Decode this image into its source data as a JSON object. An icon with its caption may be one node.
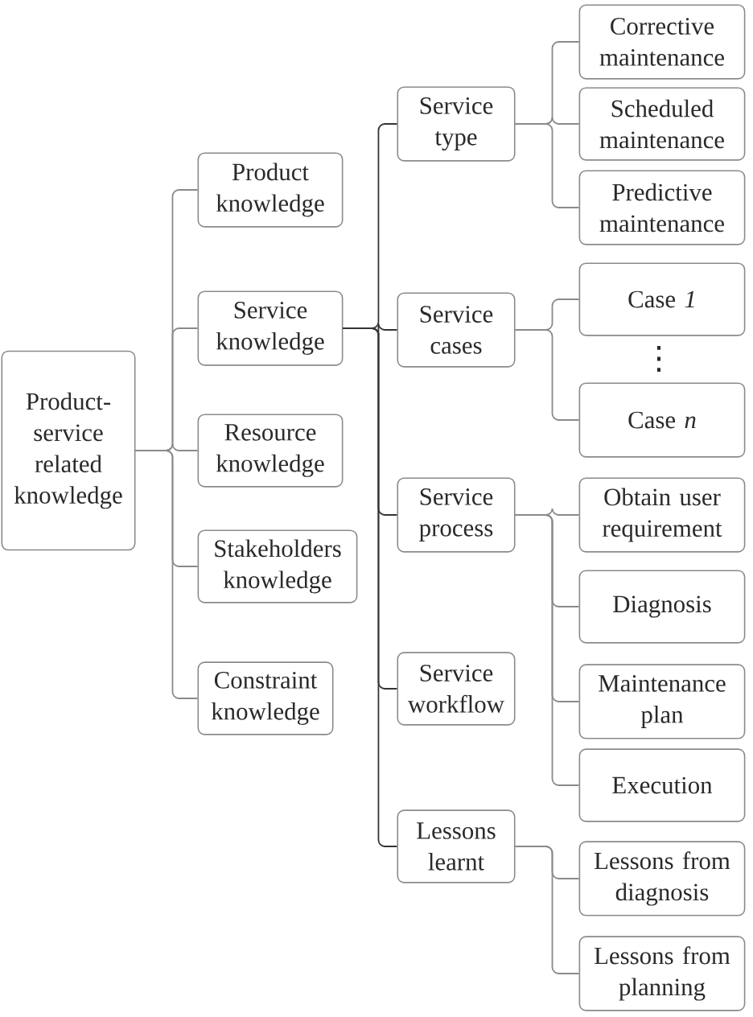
{
  "diagram": {
    "nodes": [
      {
        "text": [
          "Product-service related knowledge"
        ]
      },
      {
        "text": [
          "Product knowledge"
        ]
      },
      {
        "text": [
          "Service knowledge"
        ]
      },
      {
        "text": [
          "Resource knowledge"
        ]
      },
      {
        "text": [
          "Stakeholders knowledge"
        ]
      },
      {
        "text": [
          "Constraint knowledge"
        ]
      },
      {
        "text": [
          "Service type"
        ]
      },
      {
        "text": [
          "Corrective maintenance"
        ]
      },
      {
        "text": [
          "Scheduled maintenance"
        ]
      },
      {
        "text": [
          "Predictive maintenance"
        ]
      },
      {
        "text": [
          "Service cases"
        ]
      },
      {
        "text": [
          "Case *1*"
        ]
      },
      {
        "text": [
          "Case *n*"
        ]
      },
      {
        "text": [
          "Service process"
        ]
      },
      {
        "text": [
          "Obtain user requirement"
        ]
      },
      {
        "text": [
          "Diagnosis"
        ]
      },
      {
        "text": [
          "Maintenance plan"
        ]
      },
      {
        "text": [
          "Execution"
        ]
      },
      {
        "text": [
          "Service workflow"
        ]
      },
      {
        "text": [
          "Lessons learnt"
        ]
      },
      {
        "text": [
          "Lessons from diagnosis"
        ]
      },
      {
        "text": [
          "Lessons from planning"
        ]
      }
    ],
    "edges": [
      {
        "from": 0,
        "to": 1,
        "arrow": "none"
      },
      {
        "from": 0,
        "to": 2,
        "arrow": "none"
      },
      {
        "from": 0,
        "to": 3,
        "arrow": "none"
      },
      {
        "from": 0,
        "to": 4,
        "arrow": "none"
      },
      {
        "from": 0,
        "to": 5,
        "arrow": "none"
      },
      {
        "from": 2,
        "to": 6,
        "arrow": "none",
        "color": "#333333"
      },
      {
        "from": 2,
        "to": 10,
        "arrow": "none",
        "color": "#333333"
      },
      {
        "from": 2,
        "to": 13,
        "arrow": "none",
        "color": "#333333"
      },
      {
        "from": 2,
        "to": 18,
        "arrow": "none",
        "color": "#333333"
      },
      {
        "from": 2,
        "to": 19,
        "arrow": "none",
        "color": "#333333"
      },
      {
        "from": 6,
        "to": 7,
        "arrow": "none"
      },
      {
        "from": 6,
        "to": 8,
        "arrow": "none"
      },
      {
        "from": 6,
        "to": 9,
        "arrow": "none"
      },
      {
        "from": 10,
        "to": 11,
        "arrow": "none"
      },
      {
        "from": 10,
        "to": 12,
        "arrow": "none"
      },
      {
        "from": 13,
        "to": 14,
        "arrow": "none"
      },
      {
        "from": 13,
        "to": 15,
        "arrow": "none"
      },
      {
        "from": 13,
        "to": 16,
        "arrow": "none"
      },
      {
        "from": 13,
        "to": 17,
        "arrow": "none"
      },
      {
        "from": 19,
        "to": 20,
        "arrow": "none"
      },
      {
        "from": 19,
        "to": 21,
        "arrow": "none"
      }
    ],
    "labels": [
      "⋮"
    ]
  }
}
